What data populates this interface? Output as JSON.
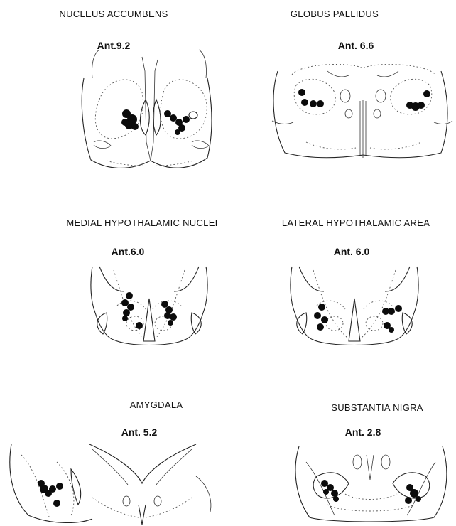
{
  "panels": [
    {
      "title": "NUCLEUS ACCUMBENS",
      "level": "Ant.9.2"
    },
    {
      "title": "GLOBUS PALLIDUS",
      "level": "Ant. 6.6"
    },
    {
      "title": "MEDIAL HYPOTHALAMIC NUCLEI",
      "level": "Ant.6.0"
    },
    {
      "title": "LATERAL HYPOTHALAMIC AREA",
      "level": "Ant. 6.0"
    },
    {
      "title": "AMYGDALA",
      "level": "Ant. 5.2"
    },
    {
      "title": "SUBSTANTIA NIGRA",
      "level": "Ant. 2.8"
    }
  ],
  "colors": {
    "lesion": "#0b0b0b",
    "line": "#222222"
  }
}
